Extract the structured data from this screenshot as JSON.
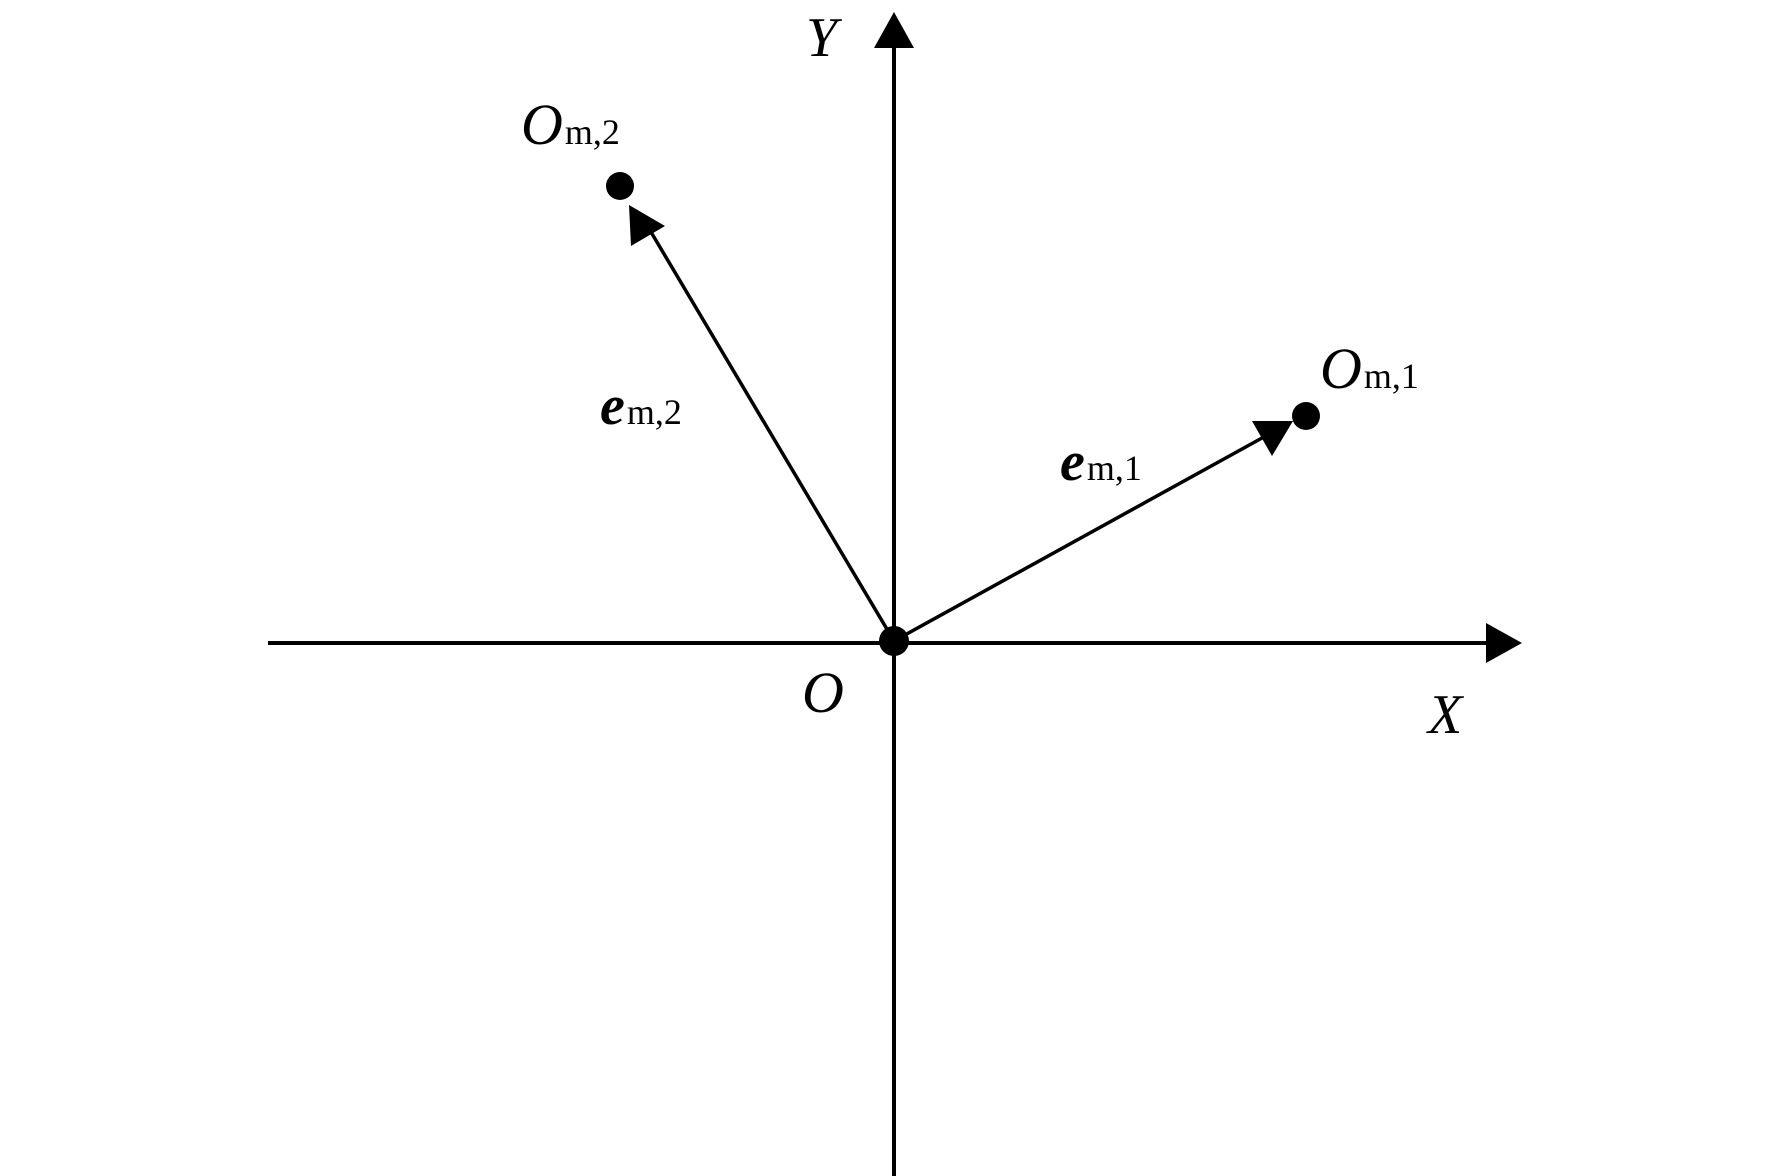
{
  "colors": {
    "ink": "#000000",
    "background": "#ffffff"
  },
  "axes": {
    "x_label": "X",
    "y_label": "Y"
  },
  "origin": {
    "label": "O"
  },
  "points": [
    {
      "id": "om1",
      "label": "O",
      "subscript": "m,1"
    },
    {
      "id": "om2",
      "label": "O",
      "subscript": "m,2"
    }
  ],
  "vectors": [
    {
      "id": "em1",
      "label": "e",
      "subscript": "m,1"
    },
    {
      "id": "em2",
      "label": "e",
      "subscript": "m,2"
    }
  ]
}
